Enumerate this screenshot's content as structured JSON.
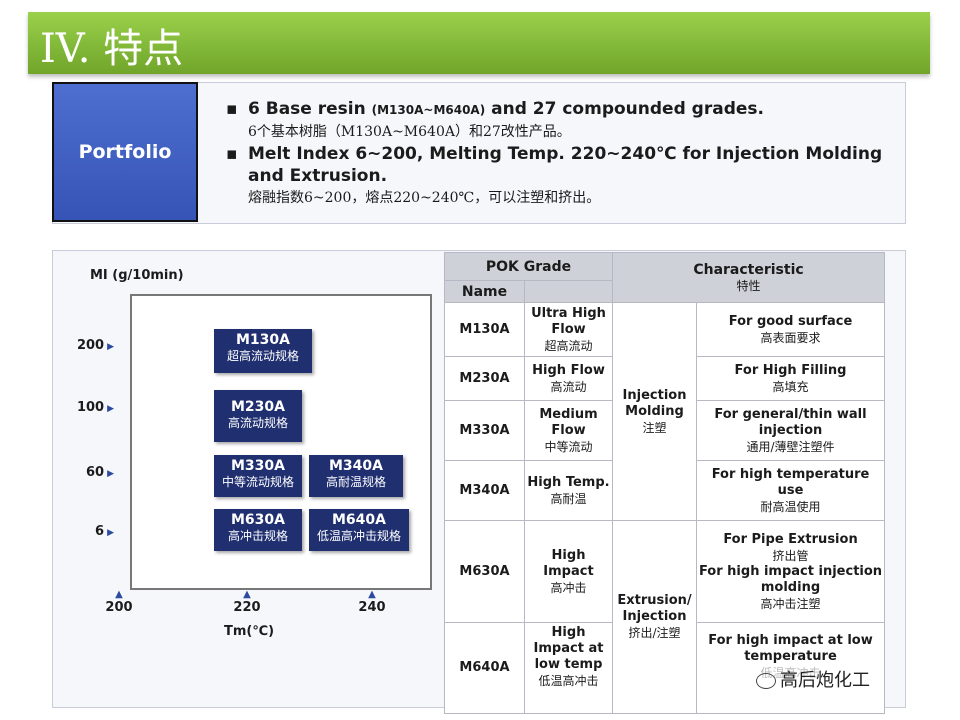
{
  "title": "IV. 特点",
  "portfolio": {
    "label": "Portfolio",
    "bullets": [
      {
        "en_pre": "6 Base resin ",
        "en_small": "(M130A~M640A)",
        "en_post": " and 27 compounded grades.",
        "cn": "6个基本树脂（M130A~M640A）和27改性产品。"
      },
      {
        "en": "Melt Index 6~200, Melting Temp. 220~240℃ for Injection Molding and Extrusion.",
        "cn": "熔融指数6~200，熔点220~240℃，可以注塑和挤出。"
      }
    ]
  },
  "chart_data": {
    "type": "scatter",
    "title": "",
    "ylabel": "MI (g/10min)",
    "xlabel": "Tm(℃)",
    "y_ticks": [
      "200",
      "100",
      "60",
      "6"
    ],
    "x_ticks": [
      "200",
      "220",
      "240"
    ],
    "points": [
      {
        "grade": "M130A",
        "cn": "超高流动规格",
        "tm": "220",
        "mi": "200"
      },
      {
        "grade": "M230A",
        "cn": "高流动规格",
        "tm": "220",
        "mi": "100"
      },
      {
        "grade": "M330A",
        "cn": "中等流动规格",
        "tm": "220",
        "mi": "60"
      },
      {
        "grade": "M340A",
        "cn": "高耐温规格",
        "tm": "240",
        "mi": "60"
      },
      {
        "grade": "M630A",
        "cn": "高冲击规格",
        "tm": "220",
        "mi": "6"
      },
      {
        "grade": "M640A",
        "cn": "低温高冲击规格",
        "tm": "240",
        "mi": "6"
      }
    ]
  },
  "table": {
    "header_grade": "POK Grade",
    "header_name": "Name",
    "header_char": "Characteristic",
    "header_char_cn": "特性",
    "groups": [
      {
        "en": "Injection Molding",
        "cn": "注塑"
      },
      {
        "en": "Extrusion/ Injection",
        "cn": "挤出/注塑"
      }
    ],
    "rows": [
      {
        "grade": "M130A",
        "name_en": "Ultra High Flow",
        "name_cn": "超高流动",
        "char_en": "For good surface",
        "char_cn": "高表面要求"
      },
      {
        "grade": "M230A",
        "name_en": "High Flow",
        "name_cn": "高流动",
        "char_en": "For High Filling",
        "char_cn": "高填充"
      },
      {
        "grade": "M330A",
        "name_en": "Medium Flow",
        "name_cn": "中等流动",
        "char_en": "For general/thin wall injection",
        "char_cn": "通用/薄壁注塑件"
      },
      {
        "grade": "M340A",
        "name_en": "High Temp.",
        "name_cn": "高耐温",
        "char_en": "For high temperature use",
        "char_cn": "耐高温使用"
      },
      {
        "grade": "M630A",
        "name_en": "High Impact",
        "name_cn": "高冲击",
        "char_en": "For Pipe Extrusion",
        "char_cn": "挤出管",
        "char_en2": "For high impact injection molding",
        "char_cn2": "高冲击注塑"
      },
      {
        "grade": "M640A",
        "name_en": "High Impact at low temp",
        "name_cn": "低温高冲击",
        "char_en": "For high impact at low temperature",
        "char_cn": "低温高冲击"
      }
    ]
  },
  "watermark": "高后炮化工"
}
